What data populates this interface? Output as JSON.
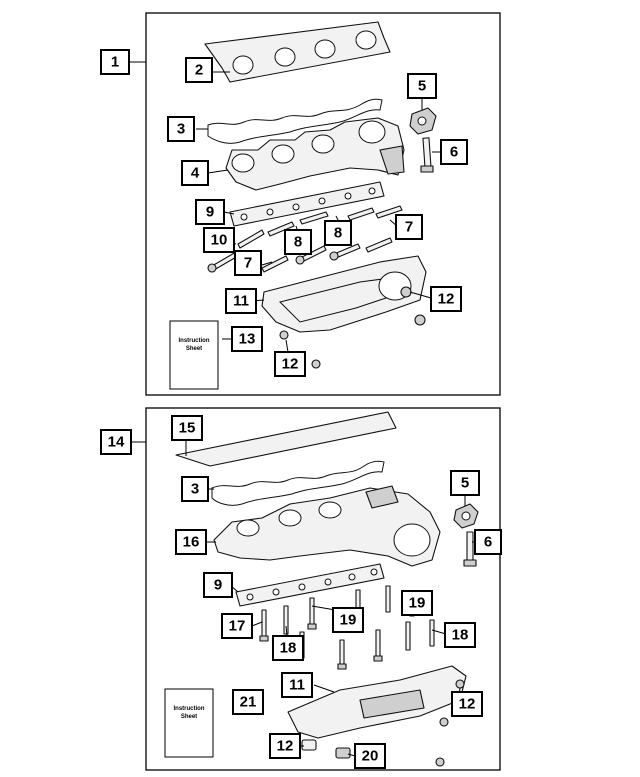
{
  "callouts": {
    "c1": "1",
    "c2": "2",
    "c3a": "3",
    "c4": "4",
    "c5a": "5",
    "c6a": "6",
    "c7a": "7",
    "c7b": "7",
    "c8a": "8",
    "c8b": "8",
    "c9a": "9",
    "c10": "10",
    "c11a": "11",
    "c12a": "12",
    "c12b": "12",
    "c13": "13",
    "c14": "14",
    "c15": "15",
    "c3b": "3",
    "c5b": "5",
    "c6b": "6",
    "c16": "16",
    "c9b": "9",
    "c17": "17",
    "c18a": "18",
    "c18b": "18",
    "c19a": "19",
    "c19b": "19",
    "c11b": "11",
    "c12c": "12",
    "c12d": "12",
    "c20": "20",
    "c21": "21"
  },
  "instruction_sheet": {
    "line1": "Instruction",
    "line2": "Sheet"
  }
}
